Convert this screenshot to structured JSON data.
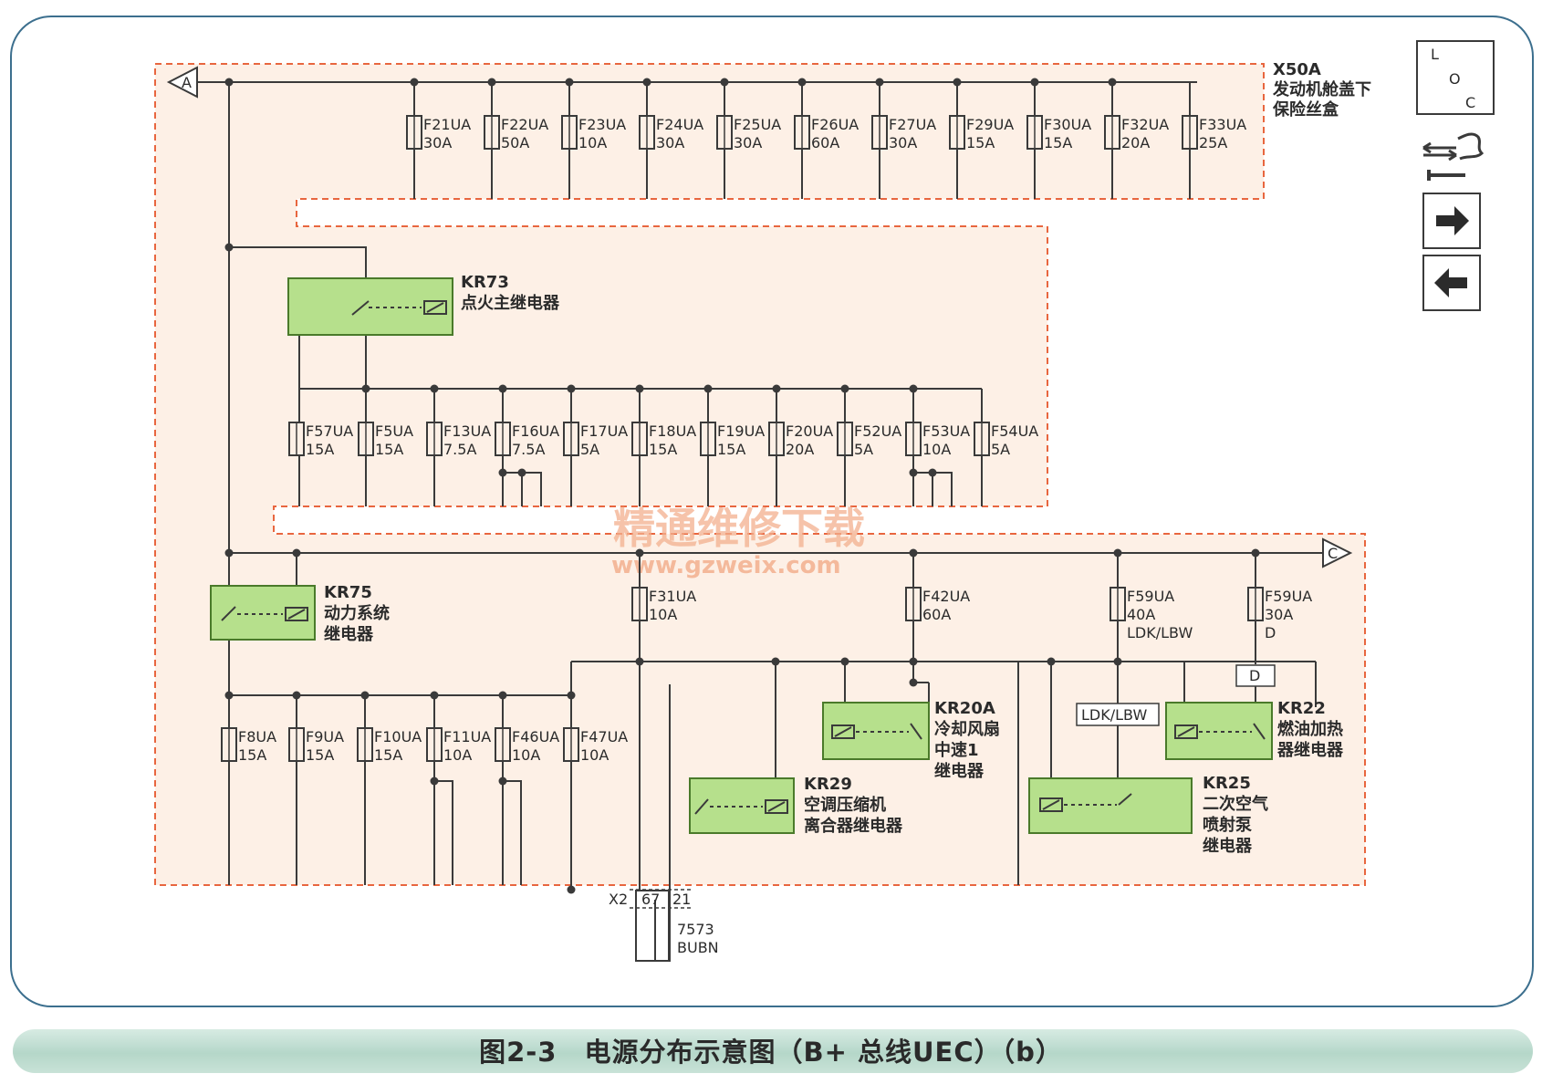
{
  "caption": "图2-3　电源分布示意图（B+ 总线UEC）（b）",
  "watermark": {
    "line1": "精通维修下载",
    "line2": "www.gzweix.com"
  },
  "colors": {
    "zone_fill": "#fdf0e6",
    "zone_border": "#e8663f",
    "relay_fill": "#b6e08c",
    "relay_border": "#4a7a2a",
    "wire": "#3a3a3a",
    "frame": "#3c6f8e"
  },
  "side_icons": {
    "loc": [
      "L",
      "O",
      "C"
    ],
    "icons": [
      "component-location-icon",
      "arrow-right-icon",
      "arrow-left-icon"
    ]
  },
  "bus_labels": {
    "start": "A",
    "end": "C"
  },
  "fusebox": {
    "id": "X50A",
    "name_line1": "发动机舱盖下",
    "name_line2": "保险丝盒"
  },
  "row1_fuses": [
    {
      "name": "F21UA",
      "rating": "30A"
    },
    {
      "name": "F22UA",
      "rating": "50A"
    },
    {
      "name": "F23UA",
      "rating": "10A"
    },
    {
      "name": "F24UA",
      "rating": "30A"
    },
    {
      "name": "F25UA",
      "rating": "30A"
    },
    {
      "name": "F26UA",
      "rating": "60A"
    },
    {
      "name": "F27UA",
      "rating": "30A"
    },
    {
      "name": "F29UA",
      "rating": "15A"
    },
    {
      "name": "F30UA",
      "rating": "15A"
    },
    {
      "name": "F32UA",
      "rating": "20A"
    },
    {
      "name": "F33UA",
      "rating": "25A"
    }
  ],
  "row2_fuses": [
    {
      "name": "F57UA",
      "rating": "15A"
    },
    {
      "name": "F5UA",
      "rating": "15A"
    },
    {
      "name": "F13UA",
      "rating": "7.5A"
    },
    {
      "name": "F16UA",
      "rating": "7.5A"
    },
    {
      "name": "F17UA",
      "rating": "5A"
    },
    {
      "name": "F18UA",
      "rating": "15A"
    },
    {
      "name": "F19UA",
      "rating": "15A"
    },
    {
      "name": "F20UA",
      "rating": "20A"
    },
    {
      "name": "F52UA",
      "rating": "5A"
    },
    {
      "name": "F53UA",
      "rating": "10A"
    },
    {
      "name": "F54UA",
      "rating": "5A"
    }
  ],
  "row3_fuses": [
    {
      "name": "F8UA",
      "rating": "15A"
    },
    {
      "name": "F9UA",
      "rating": "15A"
    },
    {
      "name": "F10UA",
      "rating": "15A"
    },
    {
      "name": "F11UA",
      "rating": "10A"
    },
    {
      "name": "F46UA",
      "rating": "10A"
    },
    {
      "name": "F47UA",
      "rating": "10A"
    }
  ],
  "mid_fuses": [
    {
      "name": "F31UA",
      "rating": "10A"
    },
    {
      "name": "F42UA",
      "rating": "60A"
    },
    {
      "name": "F59UA",
      "rating": "40A",
      "note": "LDK/LBW"
    },
    {
      "name": "F59UA",
      "rating": "30A",
      "note": "D"
    }
  ],
  "relays": {
    "kr73": {
      "id": "KR73",
      "name": "点火主继电器"
    },
    "kr75": {
      "id": "KR75",
      "name_line1": "动力系统",
      "name_line2": "继电器"
    },
    "kr29": {
      "id": "KR29",
      "name_line1": "空调压缩机",
      "name_line2": "离合器继电器"
    },
    "kr20a": {
      "id": "KR20A",
      "name_line1": "冷却风扇",
      "name_line2": "中速1",
      "name_line3": "继电器"
    },
    "kr22": {
      "id": "KR22",
      "name_line1": "燃油加热",
      "name_line2": "器继电器"
    },
    "kr25": {
      "id": "KR25",
      "name_line1": "二次空气",
      "name_line2": "喷射泵",
      "name_line3": "继电器"
    }
  },
  "option_boxes": {
    "ldk": "LDK/LBW",
    "d": "D"
  },
  "connector": {
    "id": "X2",
    "pin1": "67",
    "pin2": "21",
    "wire_no": "7573",
    "wire_code": "BUBN"
  }
}
